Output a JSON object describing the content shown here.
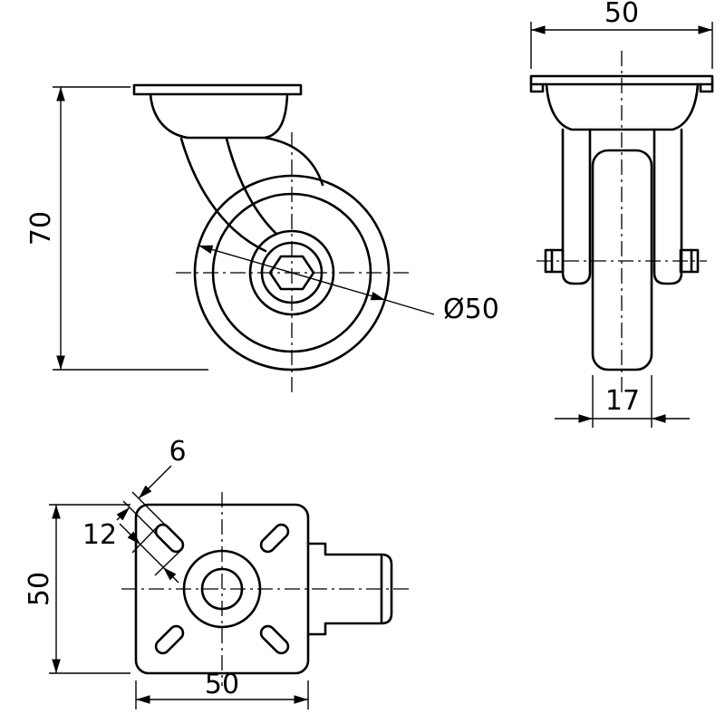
{
  "drawing_title": "swivel-caster-technical-drawing",
  "colors": {
    "line": "#000000",
    "background": "#ffffff"
  },
  "views": {
    "side": {
      "dims": {
        "overall_height": "70",
        "wheel_diameter": "Ø50"
      }
    },
    "front": {
      "dims": {
        "plate_width": "50",
        "wheel_width": "17"
      }
    },
    "top": {
      "dims": {
        "slot_width": "6",
        "slot_length": "12",
        "plate_depth": "50",
        "plate_width": "50"
      }
    }
  }
}
